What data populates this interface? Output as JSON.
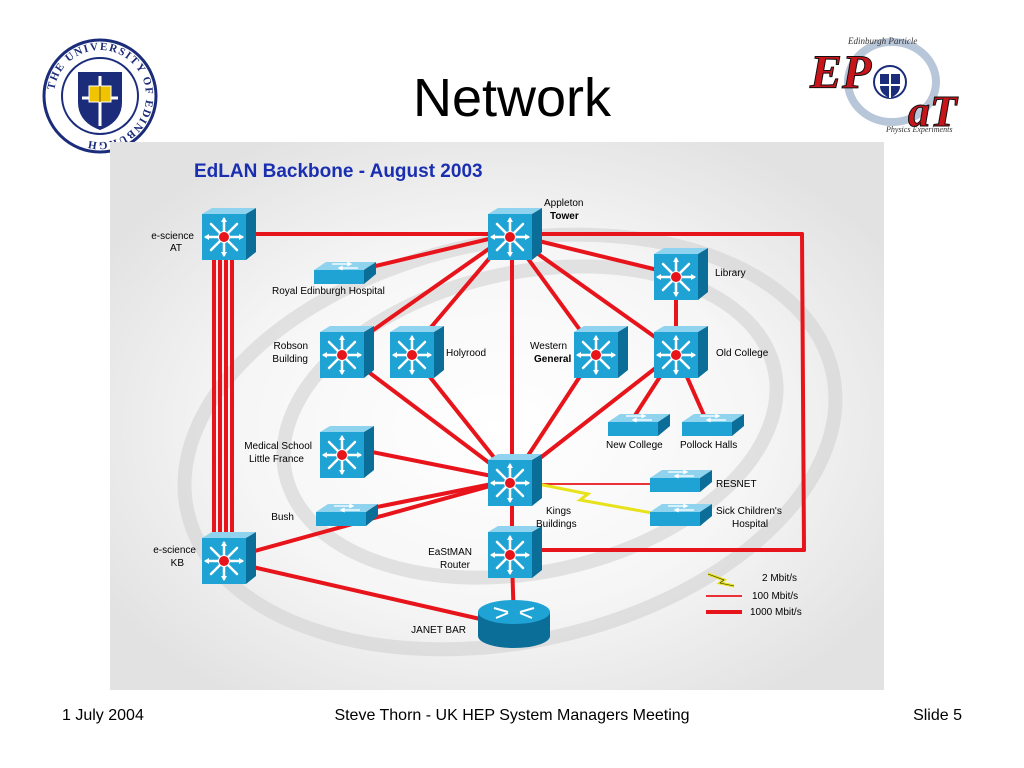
{
  "slide": {
    "title": "Network"
  },
  "logos": {
    "left_ring_text": "THE UNIVERSITY OF EDINBURGH",
    "right_top": "Edinburgh Particle",
    "right_bottom": "Physics Experiments",
    "right_mark_1": "EP",
    "right_mark_2": "aT"
  },
  "diagram": {
    "title": "EdLAN Backbone - August 2003",
    "labels": {
      "appleton_1": "Appleton",
      "appleton_2": "Tower",
      "escience_at_1": "e-science",
      "escience_at_2": "AT",
      "library": "Library",
      "royal": "Royal Edinburgh Hospital",
      "robson_1": "Robson",
      "robson_2": "Building",
      "holyrood": "Holyrood",
      "western_1": "Western",
      "western_2": "General",
      "oldcollege": "Old College",
      "newcollege": "New College",
      "pollock": "Pollock Halls",
      "medical_1": "Medical School",
      "medical_2": "Little France",
      "resnet": "RESNET",
      "kings_1": "Kings",
      "kings_2": "Buildings",
      "sick_1": "Sick Children's",
      "sick_2": "Hospital",
      "bush": "Bush",
      "escience_kb_1": "e-science",
      "escience_kb_2": "KB",
      "eastman_1": "EaStMAN",
      "eastman_2": "Router",
      "janet": "JANET BAR"
    },
    "legend": {
      "mbit2": "2 Mbit/s",
      "mbit100": "100 Mbit/s",
      "mbit1000": "1000 Mbit/s"
    },
    "colors": {
      "link": "#e8141b",
      "device": "#1fa3d4",
      "serial": "#e8e21a",
      "title": "#1a2fb0"
    }
  },
  "footer": {
    "date": "1 July 2004",
    "center": "Steve Thorn - UK HEP System Managers Meeting",
    "slide": "Slide 5"
  }
}
